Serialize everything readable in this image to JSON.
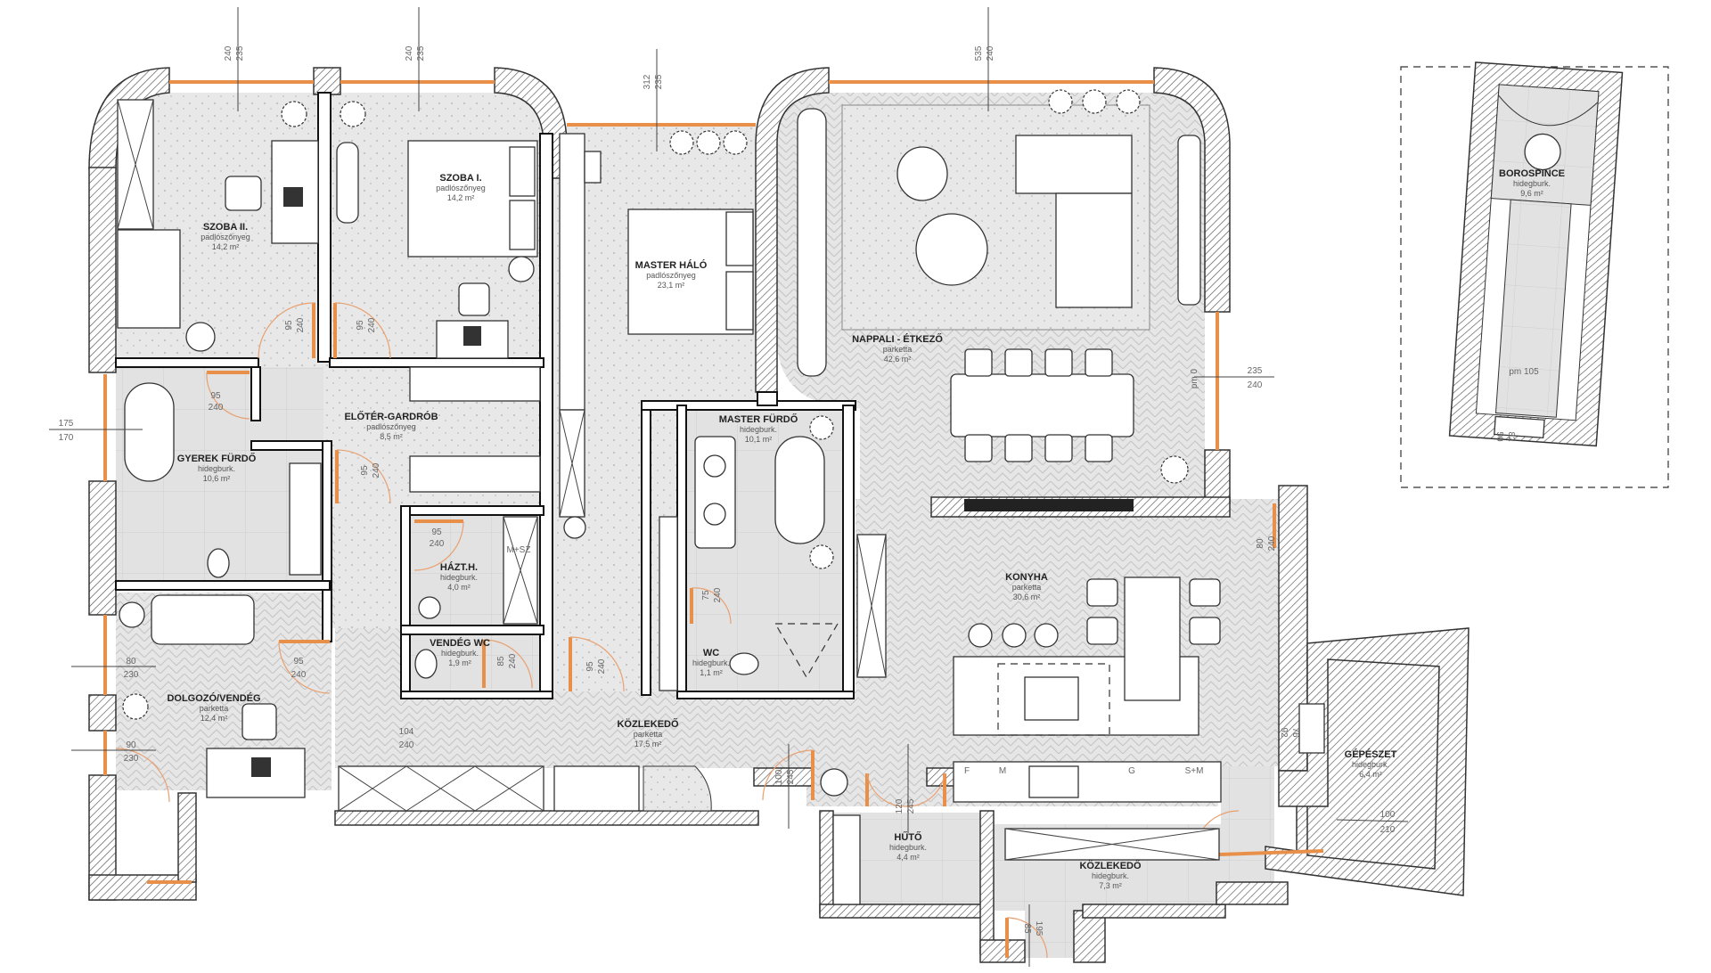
{
  "rooms": [
    {
      "name": "SZOBA II.",
      "floor": "padlószőnyeg",
      "area": "14,2 m²"
    },
    {
      "name": "SZOBA I.",
      "floor": "padlószőnyeg",
      "area": "14,2 m²"
    },
    {
      "name": "MASTER HÁLÓ",
      "floor": "padlószőnyeg",
      "area": "23,1 m²"
    },
    {
      "name": "NAPPALI - ÉTKEZŐ",
      "floor": "parketta",
      "area": "42,6 m²"
    },
    {
      "name": "ELŐTÉR-GARDRÓB",
      "floor": "padlószőnyeg",
      "area": "8,5 m²"
    },
    {
      "name": "GYEREK FÜRDŐ",
      "floor": "hidegburk.",
      "area": "10,6 m²"
    },
    {
      "name": "MASTER FÜRDŐ",
      "floor": "hidegburk.",
      "area": "10,1 m²"
    },
    {
      "name": "HÁZT.H.",
      "floor": "hidegburk.",
      "area": "4,0 m²"
    },
    {
      "name": "VENDÉG WC",
      "floor": "hidegburk.",
      "area": "1,9 m²"
    },
    {
      "name": "WC",
      "floor": "hidegburk.",
      "area": "1,1 m²"
    },
    {
      "name": "KONYHA",
      "floor": "parketta",
      "area": "30,6 m²"
    },
    {
      "name": "DOLGOZÓ/VENDÉG",
      "floor": "parketta",
      "area": "12,4 m²"
    },
    {
      "name": "KÖZLEKEDŐ",
      "floor": "parketta",
      "area": "17,5 m²"
    },
    {
      "name": "GÉPÉSZET",
      "floor": "hidegburk.",
      "area": "6,4 m²"
    },
    {
      "name": "HŰTŐ",
      "floor": "hidegburk.",
      "area": "4,4 m²"
    },
    {
      "name": "KÖZLEKEDŐ",
      "floor": "hidegburk.",
      "area": "7,3 m²"
    },
    {
      "name": "BOROSPINCE",
      "floor": "hidegburk.",
      "area": "9,6 m²"
    }
  ],
  "dimensions": [
    {
      "a": "240",
      "b": "235"
    },
    {
      "a": "240",
      "b": "235"
    },
    {
      "a": "312",
      "b": "235"
    },
    {
      "a": "535",
      "b": "240"
    },
    {
      "a": "175",
      "b": "170"
    },
    {
      "a": "235",
      "b": "240"
    },
    {
      "a": "95",
      "b": "240"
    },
    {
      "a": "95",
      "b": "240"
    },
    {
      "a": "95",
      "b": "240"
    },
    {
      "a": "95",
      "b": "240"
    },
    {
      "a": "95",
      "b": "240"
    },
    {
      "a": "80",
      "b": "230"
    },
    {
      "a": "95",
      "b": "240"
    },
    {
      "a": "90",
      "b": "230"
    },
    {
      "a": "104",
      "b": "240"
    },
    {
      "a": "85",
      "b": "240"
    },
    {
      "a": "95",
      "b": "240"
    },
    {
      "a": "75",
      "b": "240"
    },
    {
      "a": "80",
      "b": "240"
    },
    {
      "a": "100",
      "b": "245"
    },
    {
      "a": "120",
      "b": "245"
    },
    {
      "a": "100",
      "b": "210"
    },
    {
      "a": "76",
      "b": "92"
    },
    {
      "a": "195",
      "b": "85"
    },
    {
      "a": "82",
      "b": "50"
    }
  ],
  "annotations": {
    "pm0": "pm 0",
    "pm105": "pm 105",
    "mosz": "M+SZ",
    "kitchen_units": [
      "F",
      "M",
      "G",
      "S+M"
    ]
  },
  "colors": {
    "wall_hatch": "#555555",
    "floor_fill": "#e6e6e6",
    "window_door": "#e8904a"
  }
}
